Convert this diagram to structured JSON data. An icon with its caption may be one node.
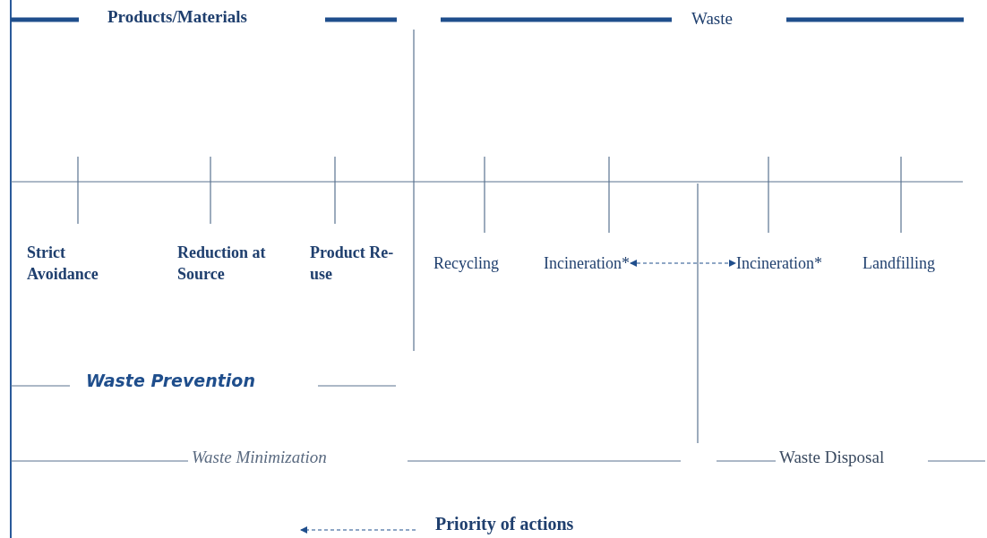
{
  "diagram": {
    "nodes": [
      {
        "text": [
          "Strict Avoidance"
        ]
      },
      {
        "text": [
          "Reduction at Source"
        ]
      },
      {
        "text": [
          "Product Re-use"
        ]
      },
      {
        "text": [
          "Recycling"
        ]
      },
      {
        "text": [
          "Incineration*"
        ]
      },
      {
        "text": [
          "Incineration*"
        ]
      },
      {
        "text": [
          "Landfilling"
        ]
      }
    ],
    "edges": [
      {
        "from": 4,
        "to": 5,
        "arrow": "both",
        "style": "dashed"
      }
    ],
    "labels": [
      "Products/Materials",
      "Waste",
      "Waste Prevention",
      "Waste Minimization",
      "Waste Disposal",
      "Priority of actions"
    ]
  }
}
